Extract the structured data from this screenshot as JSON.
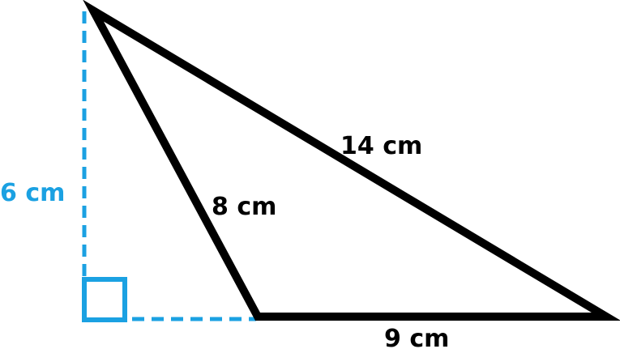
{
  "colors": {
    "triangle_stroke": "#000000",
    "height_marker": "#1ba1e2",
    "background": "#ffffff"
  },
  "labels": {
    "height": "6 cm",
    "left_side": "8 cm",
    "hypotenuse": "14 cm",
    "base": "9 cm"
  }
}
